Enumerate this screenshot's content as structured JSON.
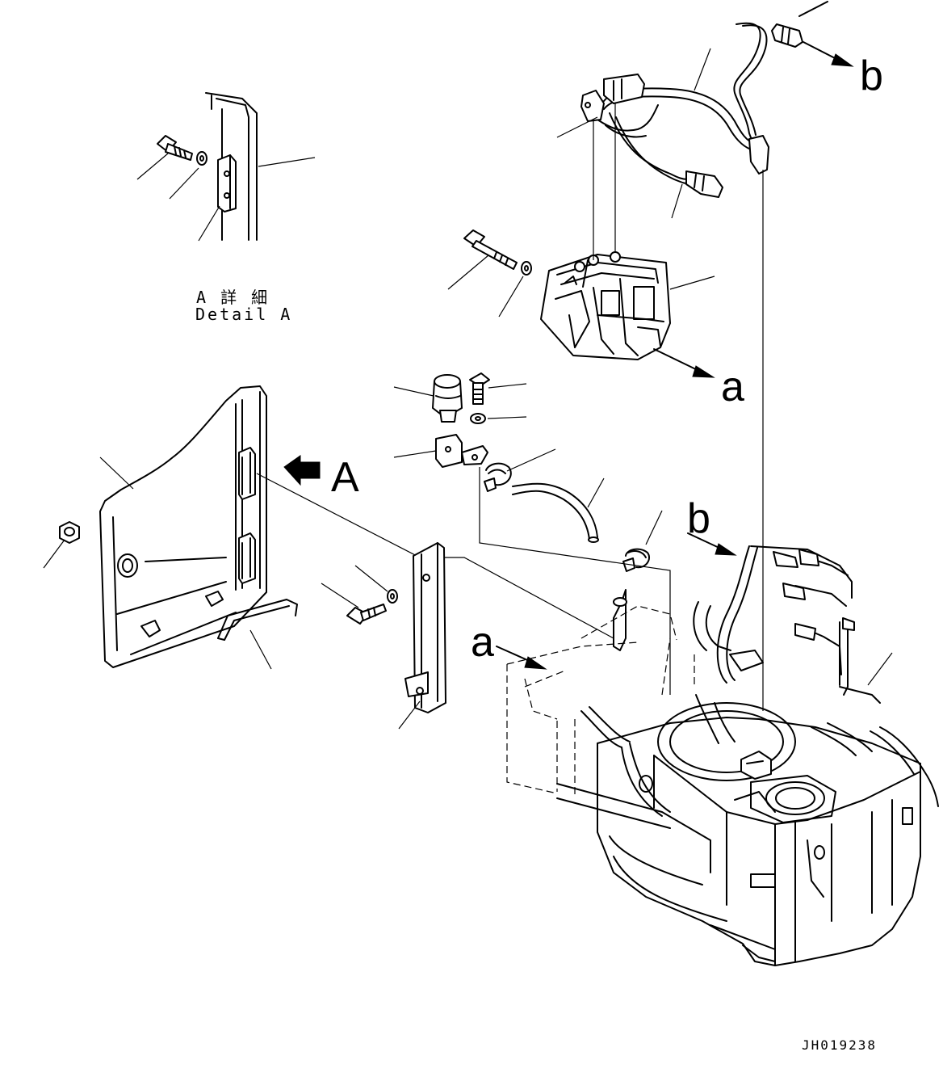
{
  "labels": {
    "detail_view_jp": "A 詳 細",
    "detail_view_en": "Detail A",
    "view_arrow_A": "A",
    "ref_a_top": "a",
    "ref_b_top": "b",
    "ref_a_bottom": "a",
    "ref_b_bottom": "b",
    "drawing_code": "JH019238"
  }
}
